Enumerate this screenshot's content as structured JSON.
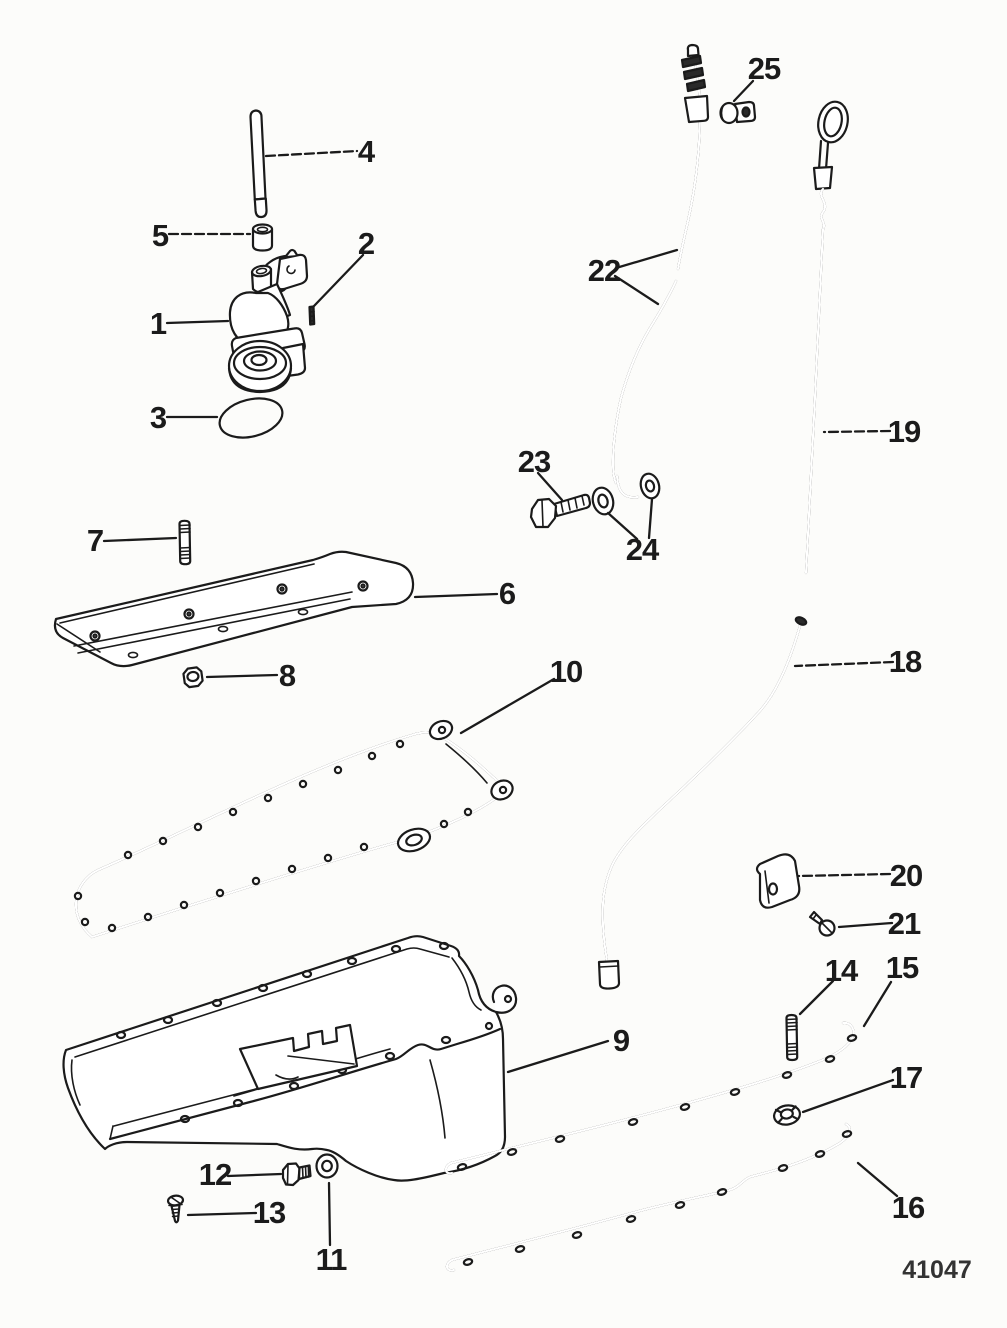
{
  "figure": {
    "drawing_number": "41047"
  },
  "callouts": [
    {
      "number": "1",
      "part": "oil-pump-assembly"
    },
    {
      "number": "2",
      "part": "pin"
    },
    {
      "number": "3",
      "part": "oil-pickup-screen"
    },
    {
      "number": "4",
      "part": "pump-drive-shaft"
    },
    {
      "number": "5",
      "part": "drive-shaft-coupling"
    },
    {
      "number": "6",
      "part": "oil-baffle-plate"
    },
    {
      "number": "7",
      "part": "stud"
    },
    {
      "number": "8",
      "part": "nut"
    },
    {
      "number": "9",
      "part": "oil-pan"
    },
    {
      "number": "10",
      "part": "oil-pan-gasket"
    },
    {
      "number": "11",
      "part": "washer"
    },
    {
      "number": "12",
      "part": "drain-plug"
    },
    {
      "number": "13",
      "part": "screw"
    },
    {
      "number": "14",
      "part": "stud"
    },
    {
      "number": "15",
      "part": "side-rail-gasket-upper"
    },
    {
      "number": "16",
      "part": "side-rail-gasket-lower"
    },
    {
      "number": "17",
      "part": "nut"
    },
    {
      "number": "18",
      "part": "dipstick-tube-lower"
    },
    {
      "number": "19",
      "part": "dipstick"
    },
    {
      "number": "20",
      "part": "tube-clamp"
    },
    {
      "number": "21",
      "part": "clamp-screw"
    },
    {
      "number": "22",
      "part": "dipstick-tube-upper"
    },
    {
      "number": "23",
      "part": "bolt"
    },
    {
      "number": "24",
      "part": "sealing-washers"
    },
    {
      "number": "25",
      "part": "hose-clamp"
    }
  ]
}
